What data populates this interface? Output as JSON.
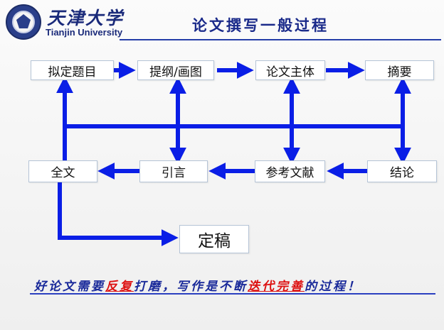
{
  "header": {
    "logo_cn": "天津大学",
    "logo_en": "Tianjin University",
    "title": "论文撰写一般过程"
  },
  "boxes": {
    "topic": "拟定题目",
    "outline": "提纲/画图",
    "body": "论文主体",
    "abstract": "摘要",
    "full": "全文",
    "intro": "引言",
    "refs": "参考文献",
    "conclusion": "结论",
    "final": "定稿"
  },
  "caption": {
    "part1": "好论文需要",
    "part2": "反复",
    "part3": "打磨，写作是不断",
    "part4": "迭代完善",
    "part5": "的过程！"
  },
  "colors": {
    "arrow": "#0a1ee6",
    "title": "#1a2a8a",
    "caption": "#1a2a9a",
    "highlight": "#d11111"
  }
}
